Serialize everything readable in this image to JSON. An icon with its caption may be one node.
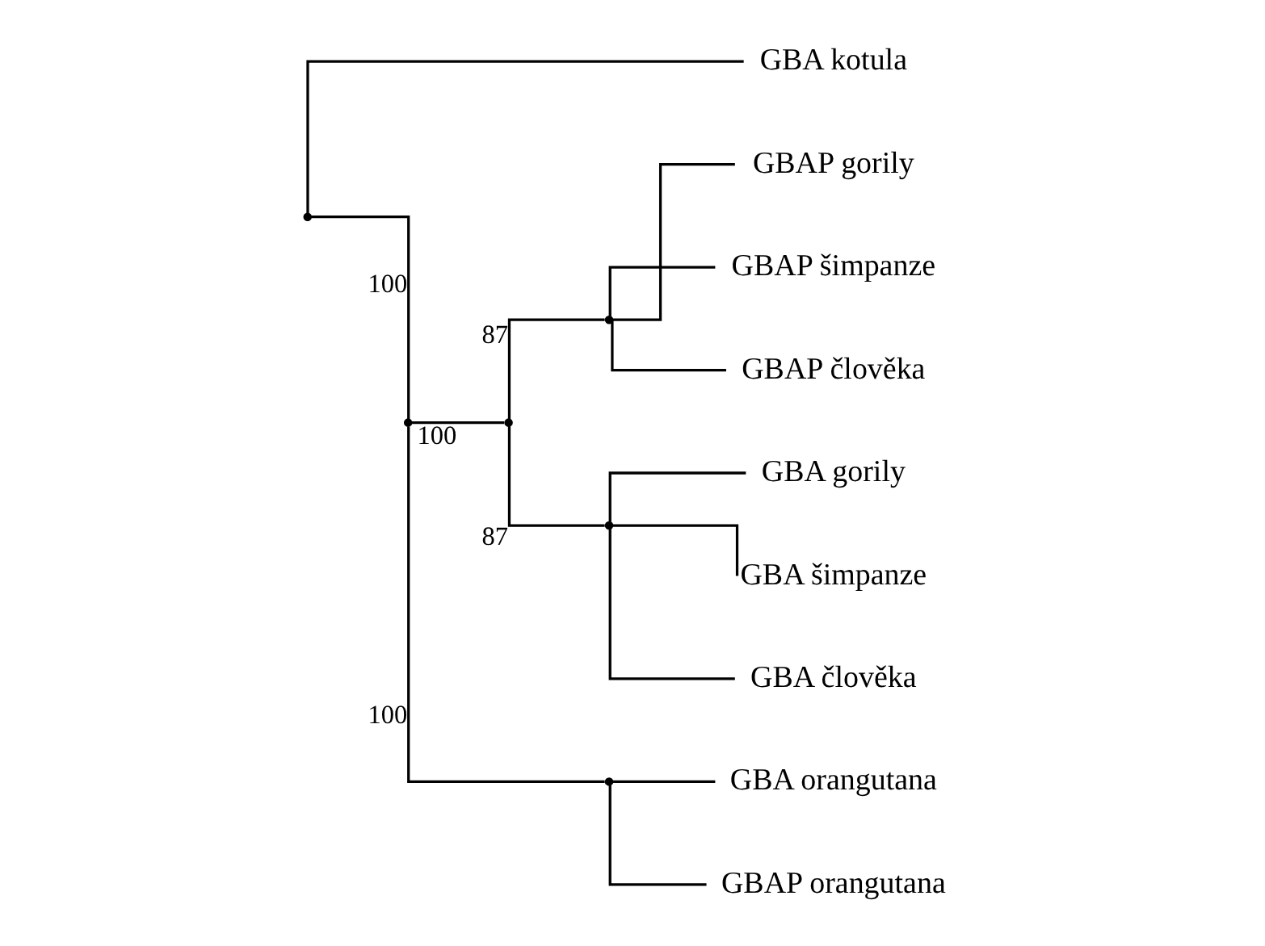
{
  "diagram": {
    "nodes": [
      {
        "text": [],
        "shape": "point"
      },
      {
        "text": [
          "GBA kotula"
        ]
      },
      {
        "text": [],
        "shape": "point"
      },
      {
        "text": [],
        "shape": "point"
      },
      {
        "text": [],
        "shape": "point"
      },
      {
        "text": [
          "GBAP gorily"
        ]
      },
      {
        "text": [
          "GBAP šimpanze"
        ]
      },
      {
        "text": [
          "GBAP člověka"
        ]
      },
      {
        "text": [],
        "shape": "point"
      },
      {
        "text": [
          "GBA gorily"
        ]
      },
      {
        "text": [
          "GBA šimpanze"
        ]
      },
      {
        "text": [
          "GBA člověka"
        ]
      },
      {
        "text": [],
        "shape": "point"
      },
      {
        "text": [
          "GBA orangutana"
        ]
      },
      {
        "text": [
          "GBAP orangutana"
        ]
      }
    ],
    "edges": [
      {
        "from": 0,
        "to": 1,
        "arrow": "none"
      },
      {
        "from": 0,
        "to": 2,
        "arrow": "none",
        "label": "100"
      },
      {
        "from": 2,
        "to": 3,
        "arrow": "none",
        "label": "100"
      },
      {
        "from": 3,
        "to": 4,
        "arrow": "none",
        "label": "87"
      },
      {
        "from": 4,
        "to": 5,
        "arrow": "none"
      },
      {
        "from": 4,
        "to": 6,
        "arrow": "none"
      },
      {
        "from": 4,
        "to": 7,
        "arrow": "none"
      },
      {
        "from": 3,
        "to": 8,
        "arrow": "none",
        "label": "87"
      },
      {
        "from": 8,
        "to": 9,
        "arrow": "none"
      },
      {
        "from": 8,
        "to": 10,
        "arrow": "none"
      },
      {
        "from": 8,
        "to": 11,
        "arrow": "none"
      },
      {
        "from": 2,
        "to": 12,
        "arrow": "none",
        "label": "100"
      },
      {
        "from": 12,
        "to": 13,
        "arrow": "none"
      },
      {
        "from": 12,
        "to": 14,
        "arrow": "none"
      }
    ]
  }
}
